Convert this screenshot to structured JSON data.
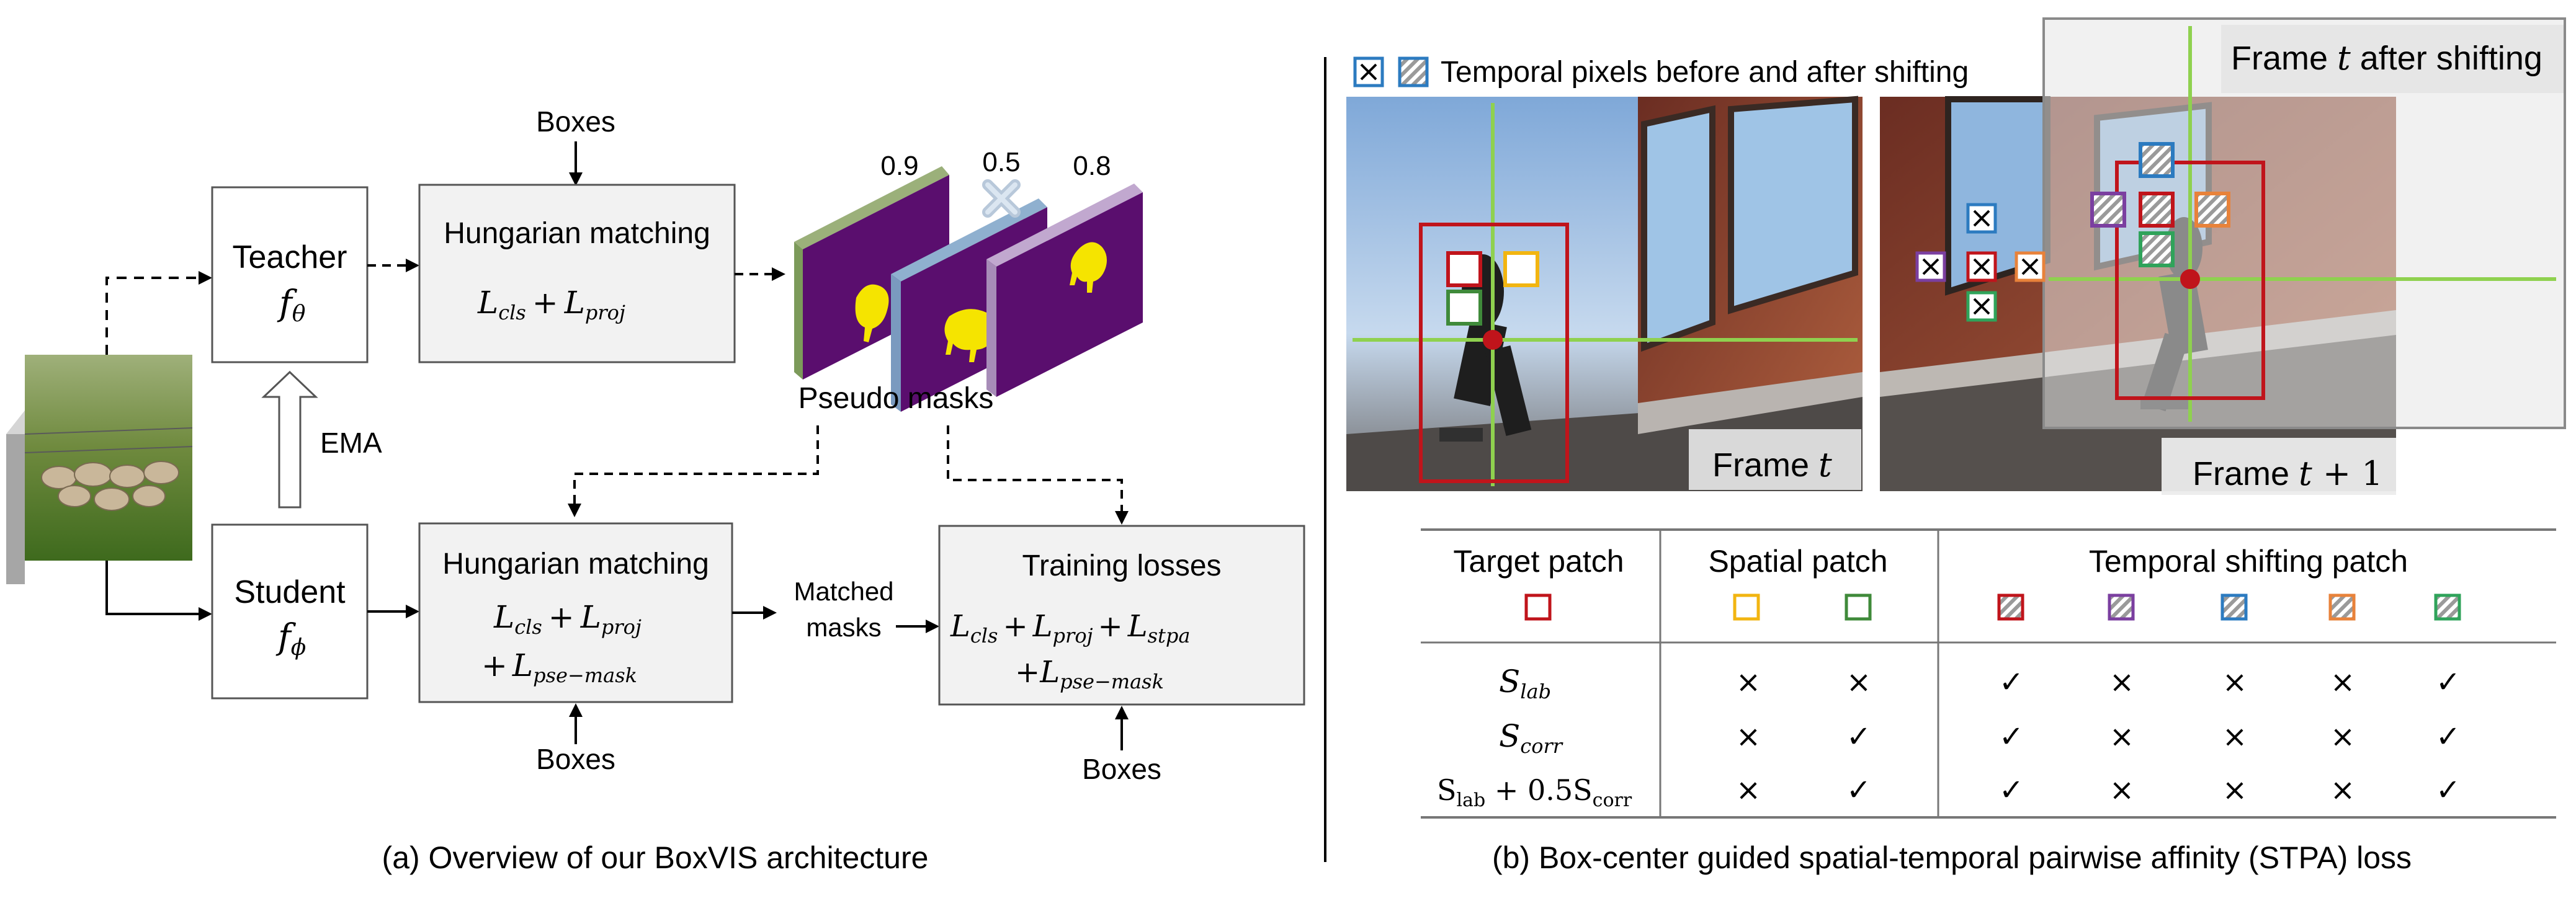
{
  "left": {
    "teacher": {
      "title": "Teacher",
      "symbol": "f",
      "sub": "θ"
    },
    "student": {
      "title": "Student",
      "symbol": "f",
      "sub": "ϕ"
    },
    "ema": "EMA",
    "hm_top": {
      "title": "Hungarian matching",
      "loss_a": "L",
      "loss_a_sub": "cls",
      "plus": "+",
      "loss_b": "L",
      "loss_b_sub": "proj"
    },
    "hm_bottom": {
      "title": "Hungarian matching",
      "line1_a": "L",
      "line1_a_sub": "cls",
      "line1_plus": "+",
      "line1_b": "L",
      "line1_b_sub": "proj",
      "line2_plus": "+",
      "line2_c": "L",
      "line2_c_sub": "pse−mask"
    },
    "boxes_top": "Boxes",
    "boxes_bottom_1": "Boxes",
    "boxes_bottom_2": "Boxes",
    "scores": [
      "0.9",
      "0.5",
      "0.8"
    ],
    "pseudo_masks": "Pseudo masks",
    "matched": [
      "Matched",
      "masks"
    ],
    "training": {
      "title": "Training losses",
      "l1": "L",
      "l1_sub": "cls",
      "p1": "+",
      "l2": "L",
      "l2_sub": "proj",
      "p2": "+",
      "l3": "L",
      "l3_sub": "stpa",
      "p3": "+",
      "l4": "L",
      "l4_sub": "pse−mask"
    },
    "caption": "(a) Overview of our BoxVIS architecture"
  },
  "right": {
    "legend": "Temporal pixels before and after shifting",
    "frame_t": {
      "prefix": "Frame ",
      "var": "t"
    },
    "frame_t1": {
      "prefix": "Frame ",
      "var": "t",
      "suffix": " + 1"
    },
    "frame_shift": {
      "prefix": "Frame ",
      "var": "t",
      "suffix": " after shifting"
    },
    "table": {
      "h_target": "Target patch",
      "h_spatial": "Spatial patch",
      "h_temporal": "Temporal shifting patch",
      "rows": [
        {
          "label": "S",
          "sub": "lab",
          "cells": [
            "×",
            "×",
            "✓",
            "×",
            "×",
            "×",
            "✓"
          ]
        },
        {
          "label": "S",
          "sub": "corr",
          "cells": [
            "×",
            "✓",
            "✓",
            "×",
            "×",
            "×",
            "✓"
          ]
        },
        {
          "label": "S",
          "sub": "lab",
          "mid": " + 0.5S",
          "sub2": "corr",
          "cells": [
            "×",
            "✓",
            "✓",
            "×",
            "×",
            "×",
            "✓"
          ]
        }
      ]
    },
    "caption": "(b) Box-center guided spatial-temporal pairwise affinity (STPA) loss"
  },
  "colors": {
    "red": "#c0141b",
    "yellow": "#f2b511",
    "green": "#3f8a3a",
    "purple": "#7b3fa0",
    "blue": "#2c7bc0",
    "orange": "#e8823a",
    "teal_green": "#2fa35a",
    "axis_green": "#8fd14f",
    "mask_purple": "#5a0e6e",
    "mask_yellow": "#f5e400"
  }
}
